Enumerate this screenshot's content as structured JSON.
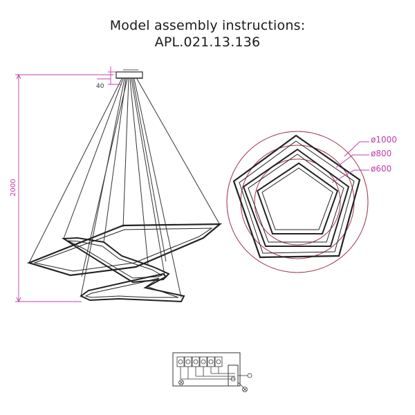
{
  "title": {
    "line1": "Model assembly instructions:",
    "line2": "APL.021.13.136"
  },
  "dimensions": {
    "height": "2000",
    "canopy_offset": "40"
  },
  "diameters": [
    "ø1000",
    "ø800",
    "ø600"
  ],
  "colors": {
    "line": "#2a2a2a",
    "dimension": "#c03ca6",
    "circle": "#a3324a"
  }
}
